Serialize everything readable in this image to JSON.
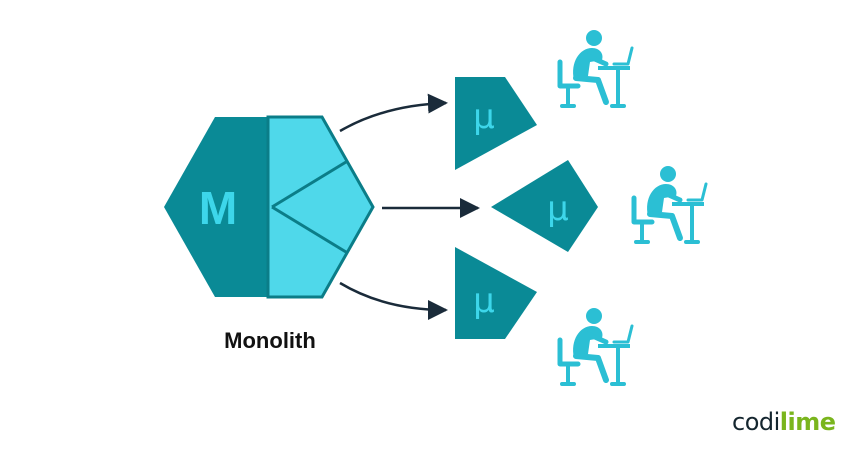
{
  "monolith": {
    "letter": "M",
    "label": "Monolith"
  },
  "services": [
    {
      "letter": "μ"
    },
    {
      "letter": "μ"
    },
    {
      "letter": "μ"
    }
  ],
  "logo": {
    "part1": "codi",
    "part2": "lime"
  },
  "colors": {
    "dark_teal": "#0a8a96",
    "light_teal": "#4fd8ea",
    "outline": "#0b7d88",
    "arrow": "#1a2b3a",
    "person": "#2bbfd4",
    "logo_dark": "#15262f",
    "logo_green": "#7ab51d"
  }
}
